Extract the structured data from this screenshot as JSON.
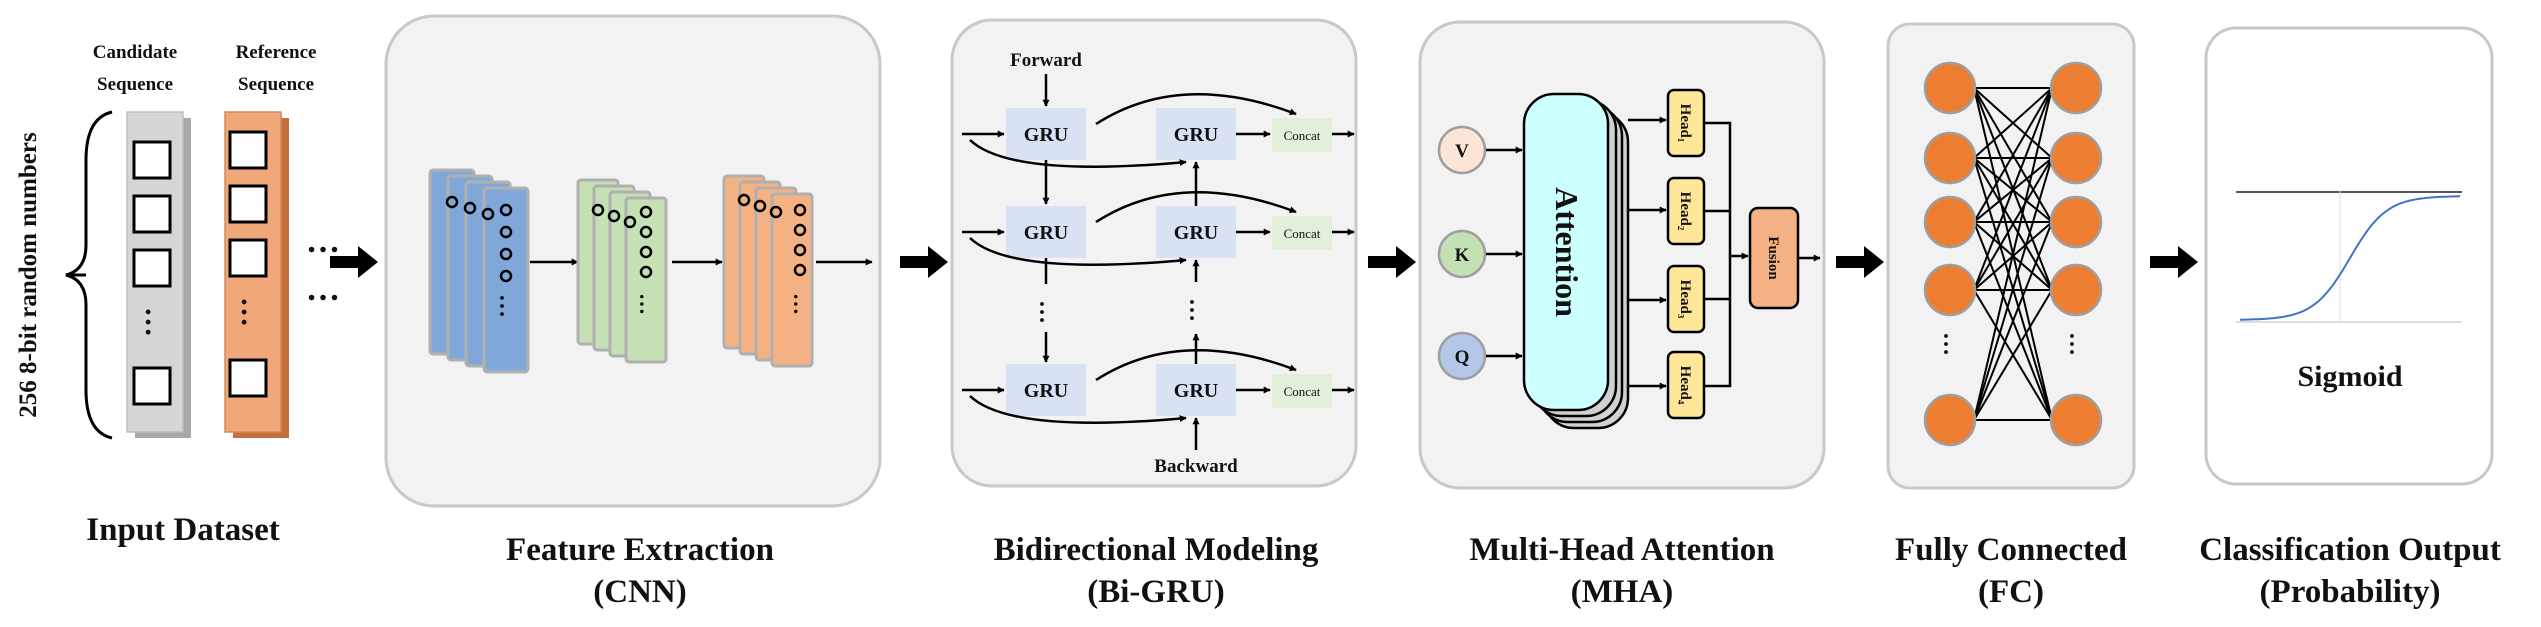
{
  "input_dataset": {
    "title": "Input Dataset",
    "candidate_label": [
      "Candidate",
      "Sequence"
    ],
    "reference_label": [
      "Reference",
      "Sequence"
    ],
    "vertical_label": "256 8-bit random numbers",
    "ellipsis": "…"
  },
  "cnn": {
    "title": [
      "Feature Extraction",
      "(CNN)"
    ]
  },
  "bigru": {
    "title": [
      "Bidirectional Modeling",
      "(Bi-GRU)"
    ],
    "forward_label": "Forward",
    "backward_label": "Backward",
    "gru_label": "GRU",
    "concat_label": "Concat"
  },
  "mha": {
    "title": [
      "Multi-Head Attention",
      "(MHA)"
    ],
    "attention_label": "Attention",
    "inputs": [
      "V",
      "K",
      "Q"
    ],
    "heads": [
      "Head₁",
      "Head₂",
      "Head₃",
      "Head₄"
    ],
    "fusion_label": "Fusion"
  },
  "fc": {
    "title": [
      "Fully Connected",
      "(FC)"
    ]
  },
  "output": {
    "title": [
      "Classification Output",
      "(Probability)"
    ],
    "sigmoid_label": "Sigmoid"
  },
  "colors": {
    "panel_bg": "#f2f2f2",
    "panel_border": "#c8c8c8",
    "candidate_seq": "#d6d6d6",
    "reference_seq": "#f0a878",
    "cnn_blue": "#7fa7d8",
    "cnn_green": "#c5e0b4",
    "cnn_orange": "#f4b183",
    "gru_box": "#d9e2f3",
    "concat_box": "#e2efda",
    "attention": "#ccffff",
    "head_box": "#ffe699",
    "fusion_box": "#f4b183",
    "v_circle": "#fbe5d6",
    "k_circle": "#c5e0b4",
    "q_circle": "#b4c7e7",
    "fc_node": "#ed7d31",
    "sigmoid_curve": "#4472c4"
  }
}
